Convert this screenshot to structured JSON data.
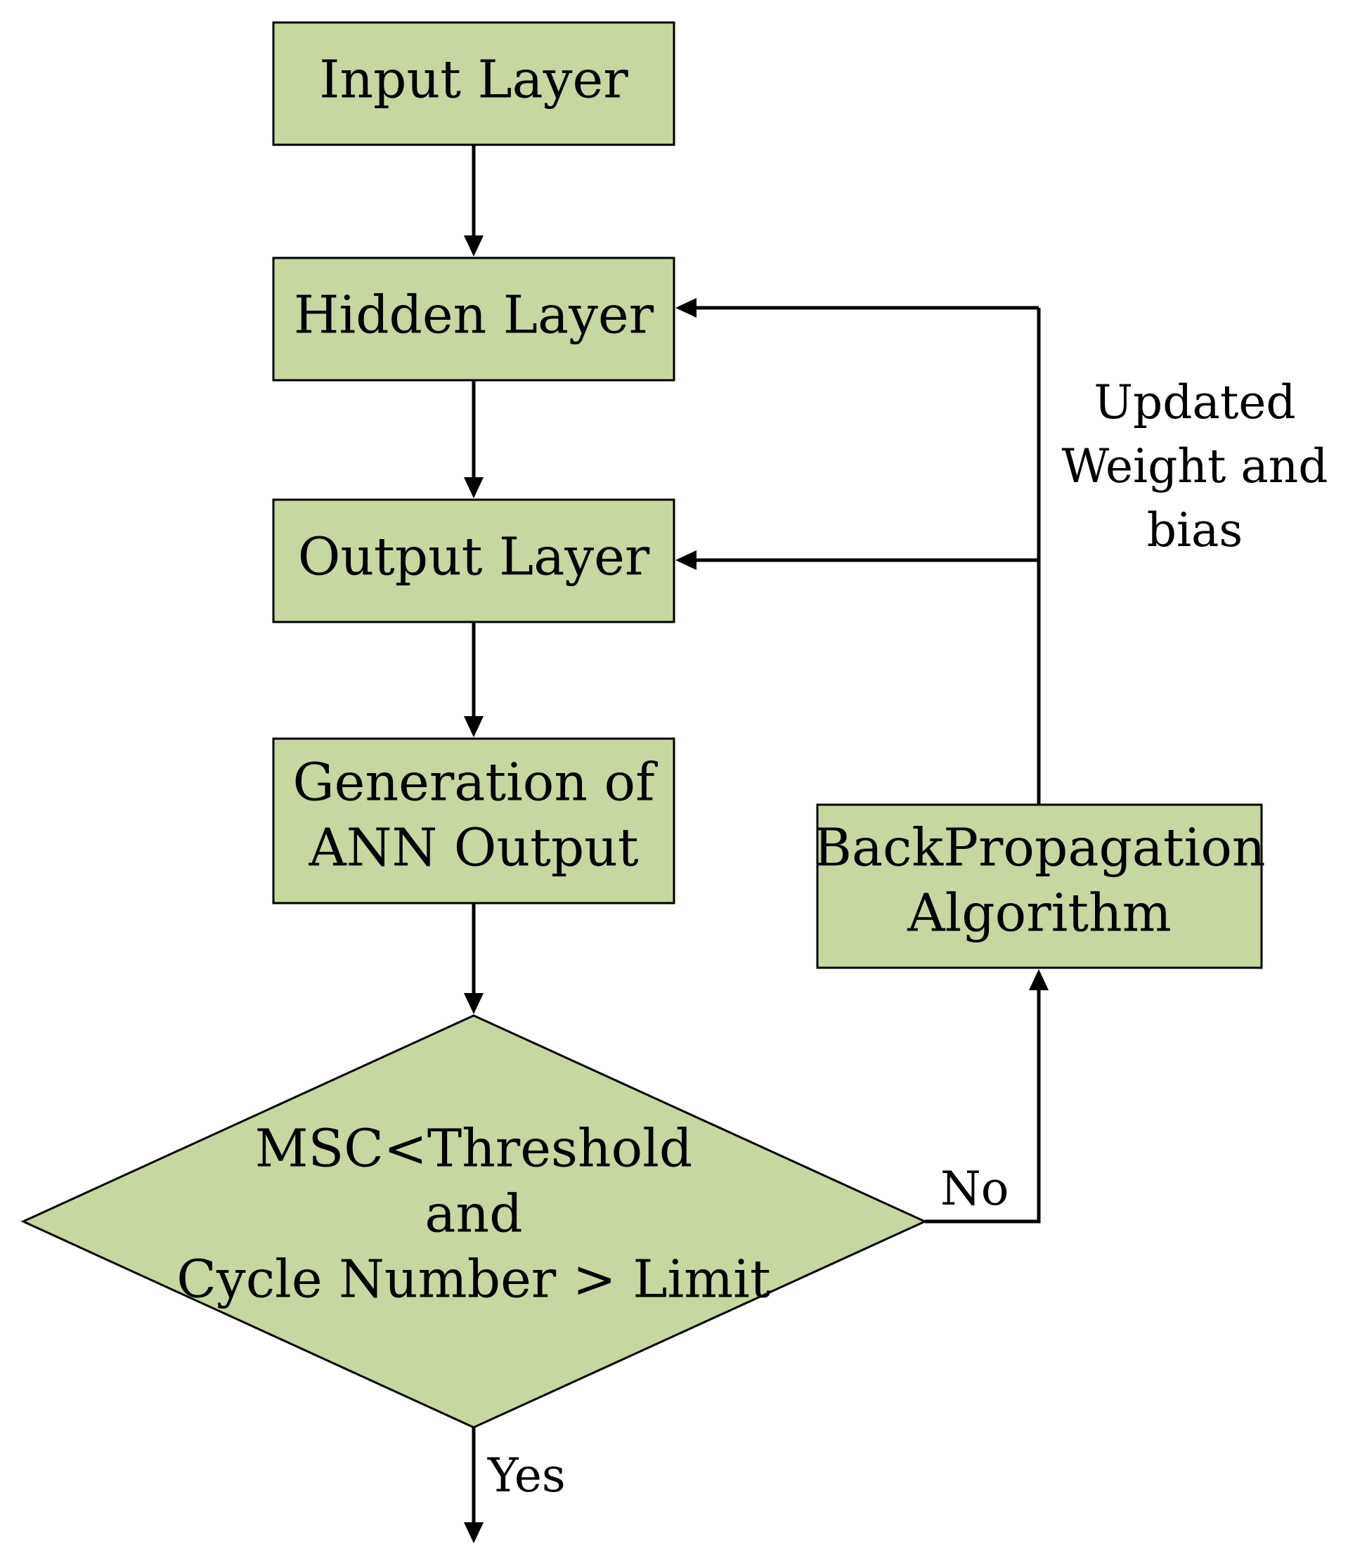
{
  "colors": {
    "node_fill": "#c6d7a0",
    "node_stroke": "#000000",
    "edge": "#000000"
  },
  "nodes": {
    "input_layer": {
      "lines": [
        "Input Layer"
      ]
    },
    "hidden_layer": {
      "lines": [
        "Hidden Layer"
      ]
    },
    "output_layer": {
      "lines": [
        "Output Layer"
      ]
    },
    "generation": {
      "lines": [
        "Generation of",
        "ANN Output"
      ]
    },
    "decision": {
      "lines": [
        "MSC<Threshold",
        "and",
        "Cycle Number > Limit"
      ]
    },
    "backprop": {
      "lines": [
        "BackPropagation",
        "Algorithm"
      ]
    }
  },
  "labels": {
    "updated": [
      "Updated",
      "Weight and",
      "bias"
    ],
    "no": "No",
    "yes": "Yes"
  }
}
